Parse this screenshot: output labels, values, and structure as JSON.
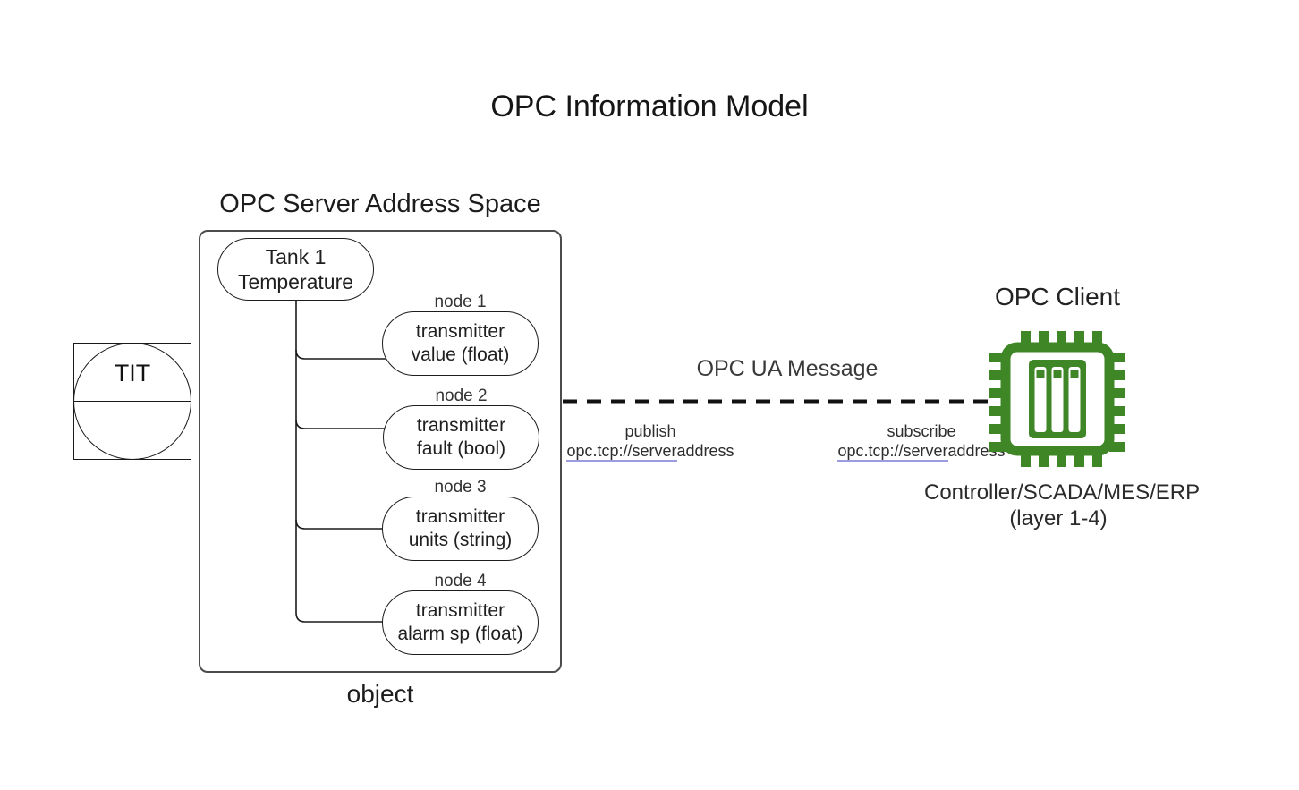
{
  "title": "OPC Information Model",
  "server": {
    "label": "OPC Server Address Space",
    "object_label": "object",
    "root_node": {
      "line1": "Tank 1",
      "line2": "Temperature"
    },
    "nodes": [
      {
        "id": "node 1",
        "line1": "transmitter",
        "line2": "value (float)"
      },
      {
        "id": "node 2",
        "line1": "transmitter",
        "line2": "fault (bool)"
      },
      {
        "id": "node 3",
        "line1": "transmitter",
        "line2": "units (string)"
      },
      {
        "id": "node 4",
        "line1": "transmitter",
        "line2": "alarm sp (float)"
      }
    ]
  },
  "instrument": {
    "tag": "TIT"
  },
  "message": {
    "label": "OPC UA Message",
    "publish": {
      "label": "publish",
      "address_link": "opc.tcp://server",
      "address_rest": "address"
    },
    "subscribe": {
      "label": "subscribe",
      "address_link": "opc.tcp://server",
      "address_rest": "address"
    }
  },
  "client": {
    "label": "OPC Client",
    "icon": "chip-icon",
    "caption_line1": "Controller/SCADA/MES/ERP",
    "caption_line2": "(layer 1-4)"
  },
  "colors": {
    "chip_green": "#3f8627",
    "link_underline": "#9b9bdf",
    "dashed_line": "#111111",
    "box_border": "#4c4c4c"
  }
}
